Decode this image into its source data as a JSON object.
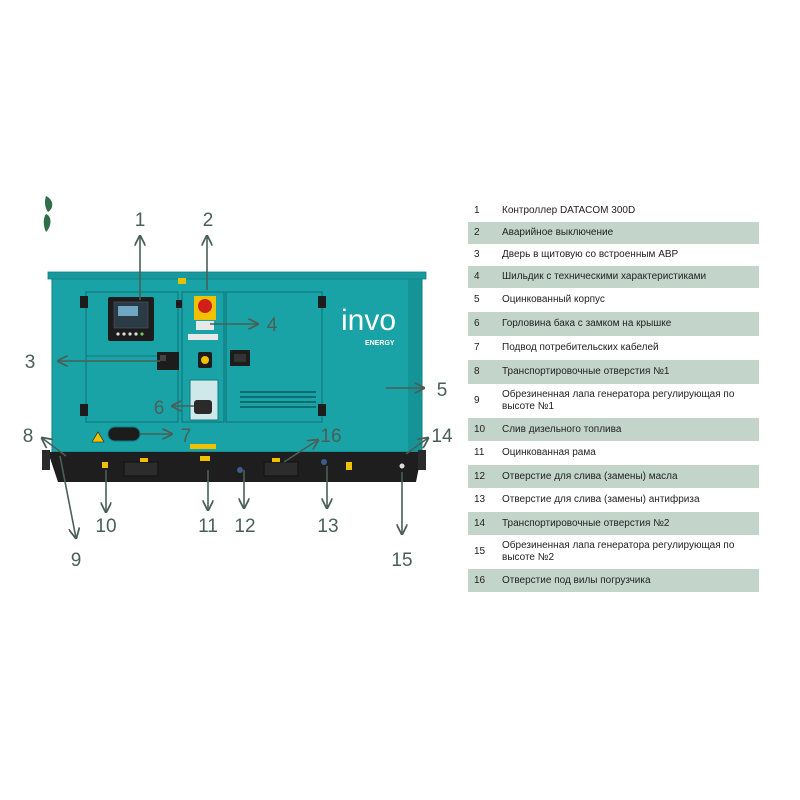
{
  "logo": {
    "icon": "leaf-icon",
    "color": "#2f6e48"
  },
  "brand": {
    "name": "invo",
    "tagline": "ENERGY"
  },
  "colors": {
    "body": "#1aa3a7",
    "body_dark": "#138a8e",
    "frame": "#1e1e1e",
    "callout": "#4a5f57",
    "row_shade": "#c3d5cb"
  },
  "callouts": [
    "1",
    "2",
    "3",
    "4",
    "5",
    "6",
    "7",
    "8",
    "9",
    "10",
    "11",
    "12",
    "13",
    "14",
    "15",
    "16"
  ],
  "legend": [
    {
      "num": "1",
      "text": "Контроллер DATACOM 300D"
    },
    {
      "num": "2",
      "text": "Аварийное выключение"
    },
    {
      "num": "3",
      "text": "Дверь в щитовую со встроенным АВР"
    },
    {
      "num": "4",
      "text": "Шильдик с техническими характеристиками"
    },
    {
      "num": "5",
      "text": "Оцинкованный корпус"
    },
    {
      "num": "6",
      "text": "Горловина бака с замком на крышке"
    },
    {
      "num": "7",
      "text": "Подвод потребительских кабелей"
    },
    {
      "num": "8",
      "text": "Транспортировочные отверстия №1"
    },
    {
      "num": "9",
      "text": "Обрезиненная лапа генератора регулирующая по высоте №1"
    },
    {
      "num": "10",
      "text": "Слив дизельного топлива"
    },
    {
      "num": "11",
      "text": "Оцинкованная рама"
    },
    {
      "num": "12",
      "text": "Отверстие для слива (замены) масла"
    },
    {
      "num": "13",
      "text": "Отверстие для слива (замены) антифриза"
    },
    {
      "num": "14",
      "text": "Транспортировочные отверстия №2"
    },
    {
      "num": "15",
      "text": "Обрезиненная лапа генератора регулирующая по высоте №2"
    },
    {
      "num": "16",
      "text": "Отверстие под вилы погрузчика"
    }
  ]
}
